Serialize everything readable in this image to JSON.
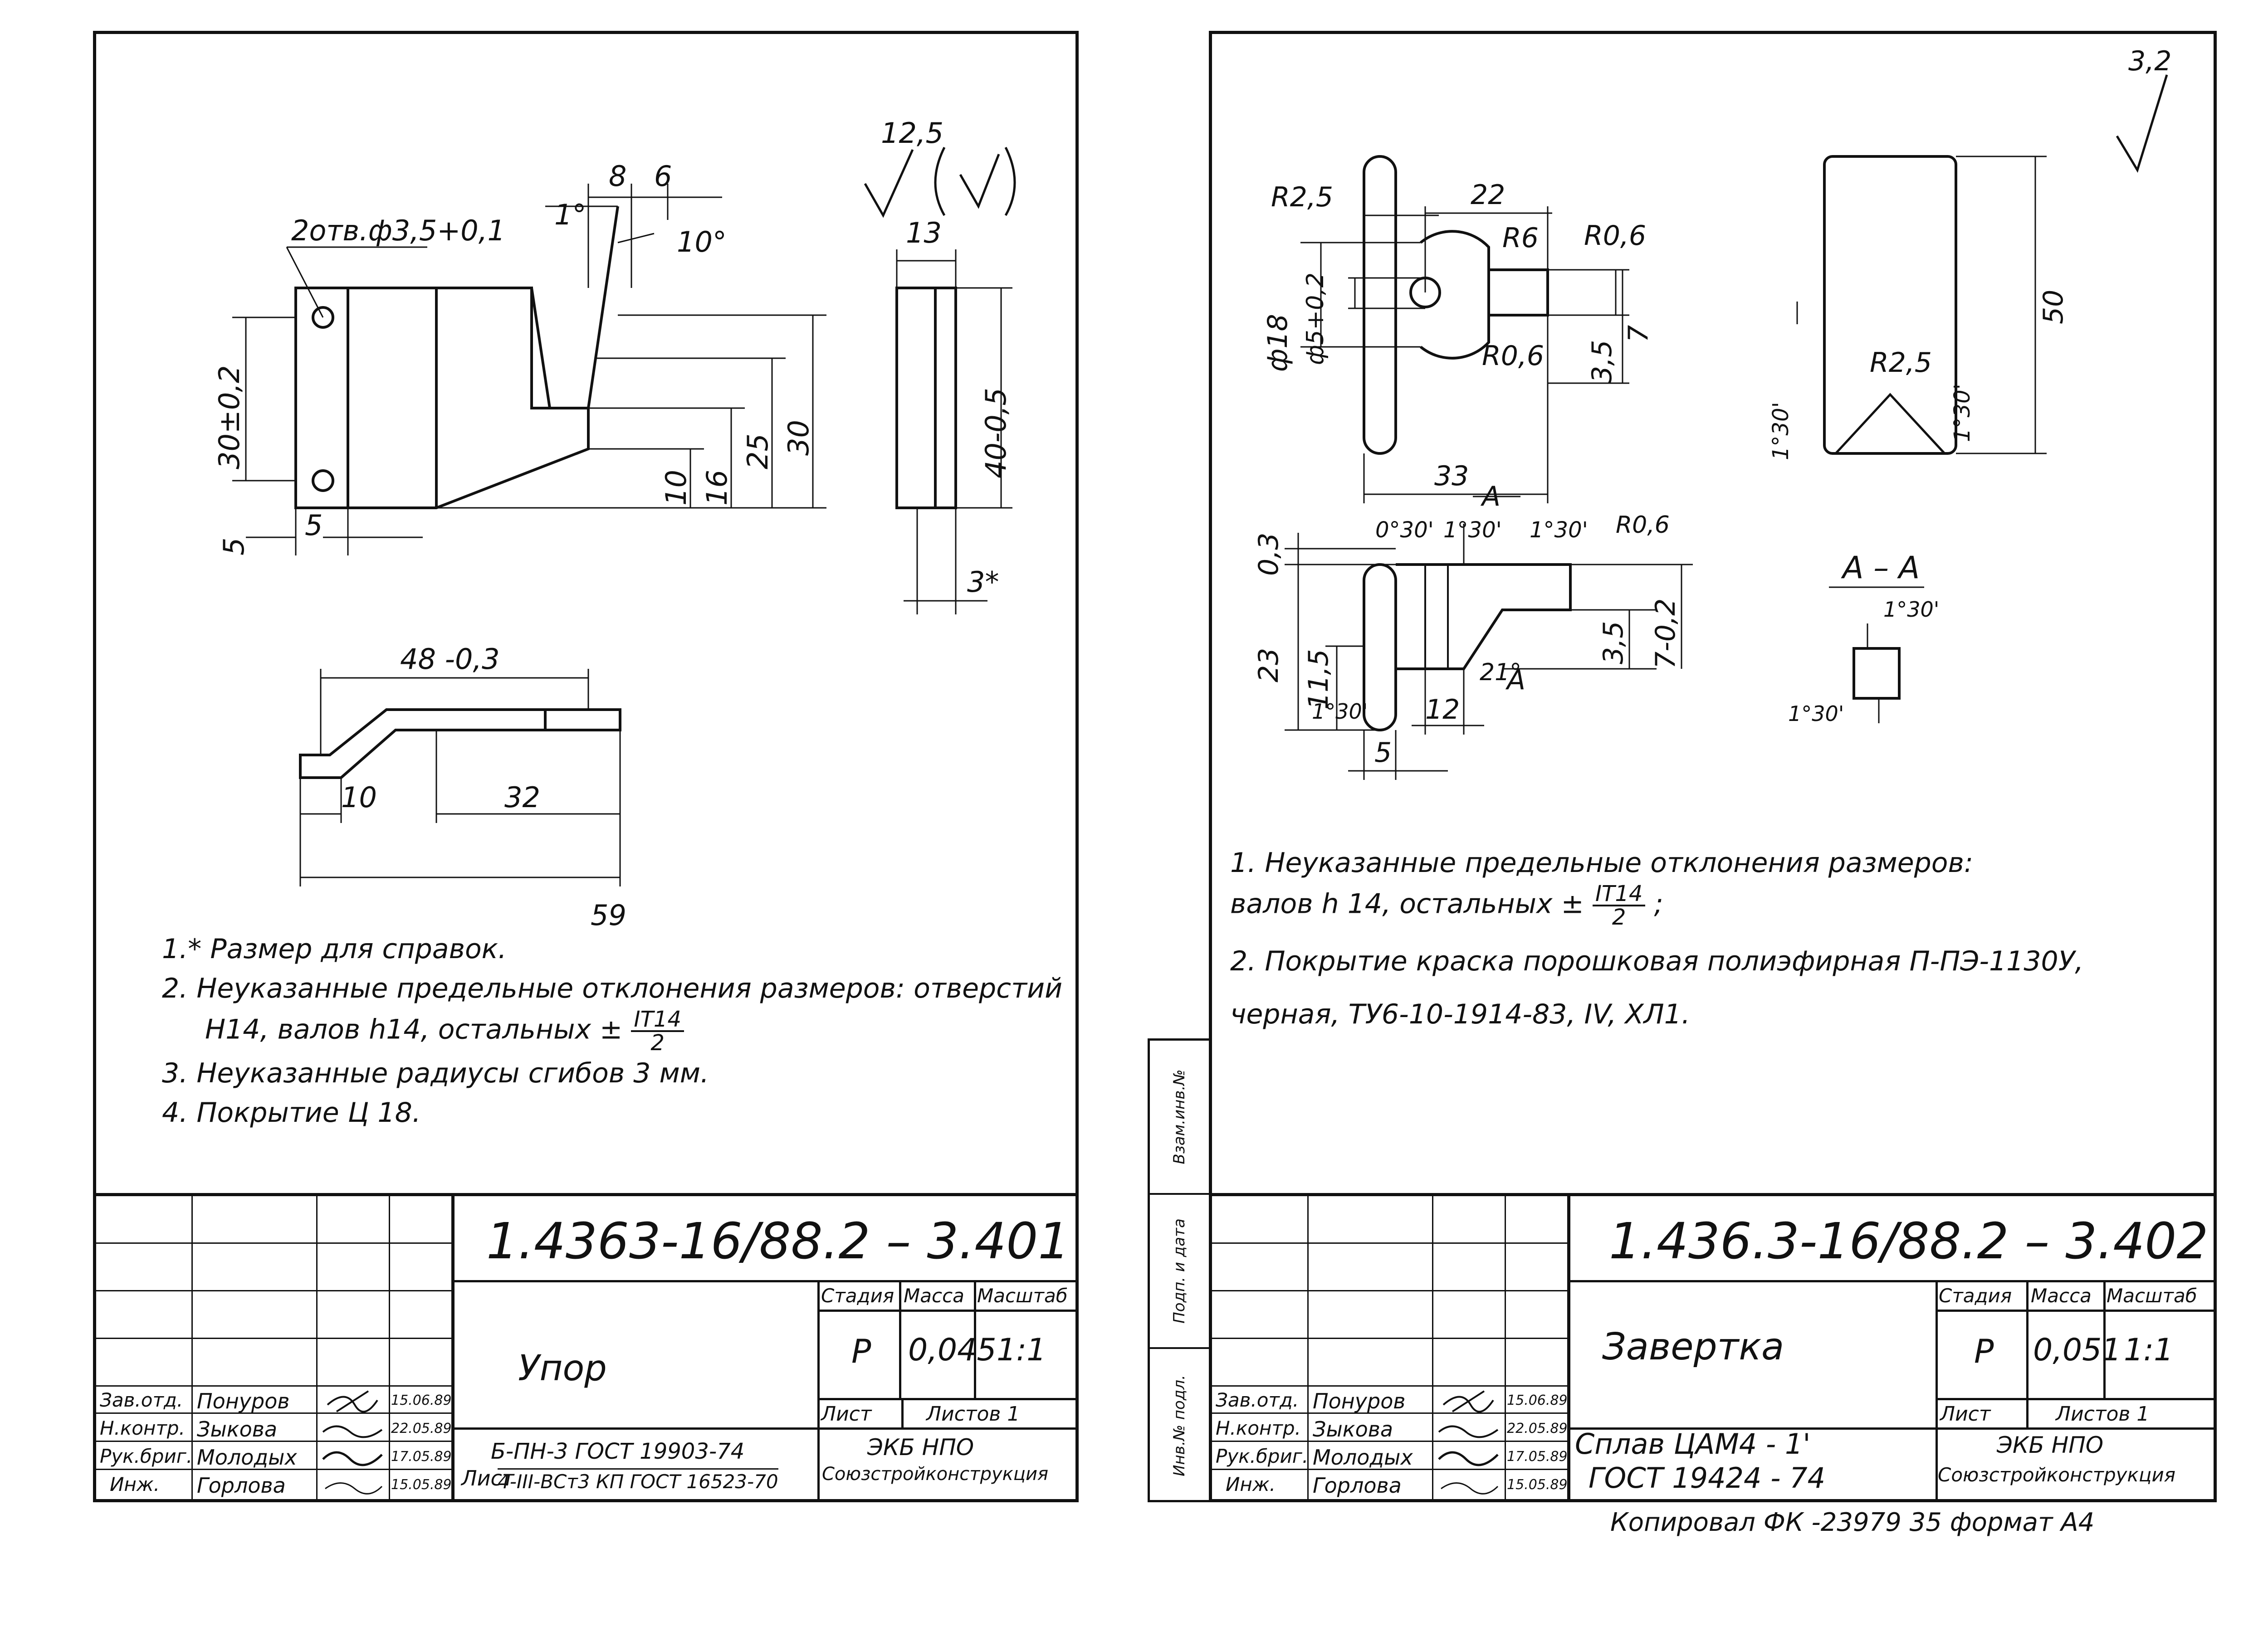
{
  "left": {
    "roughness": {
      "value": "12,5",
      "note": "(√)"
    },
    "dims": {
      "holes": "2отв.ф3,5+0,1",
      "angle1": "1°",
      "w8": "8",
      "w6": "6",
      "angle10": "10°",
      "t13": "13",
      "h30tol": "30±0,2",
      "h40": "40-0,5",
      "d5a": "5",
      "d5b": "5",
      "d10": "10",
      "d16": "16",
      "d25": "25",
      "d30": "30",
      "d3ref": "3*",
      "len48": "48 -0,3",
      "len10": "10",
      "len32": "32",
      "len59": "59"
    },
    "notes": {
      "n1": "1.* Размер  для  справок.",
      "n2a": "2.  Неуказанные  предельные отклонения размеров: отверстий",
      "n2b_pre": "Н14, валов h14, остальных ±",
      "n2b_num": "IT14",
      "n2b_den": "2",
      "n3": "3.  Неуказанные  радиусы  сгибов 3 мм.",
      "n4": "4.  Покрытие  Ц 18."
    },
    "stamp": {
      "code": "1.4363-16/88.2 – 3.401",
      "name": "Упор",
      "stage_h": "Стадия",
      "mass_h": "Масса",
      "scale_h": "Масштаб",
      "stage": "Р",
      "mass": "0,045",
      "scale": "1:1",
      "sheet": "Лист",
      "sheets": "Листов 1",
      "material_1": "Б-ПН-3 ГОСТ 19903-74",
      "material_pre": "Лист",
      "material_2": "4-III-ВСт3 КП ГОСТ 16523-70",
      "org_1": "ЭКБ   НПО",
      "org_2": "Союзстройконструкция",
      "roles": [
        "Зав.отд.",
        "Н.контр.",
        "Рук.бриг.",
        "Инж."
      ],
      "people": [
        "Понуров",
        "Зыкова",
        "Молодых",
        "Горлова"
      ],
      "dates": [
        "15.06.89",
        "22.05.89",
        "17.05.89",
        "15.05.89"
      ]
    }
  },
  "right": {
    "roughness": {
      "value": "3,2"
    },
    "dims": {
      "r25": "R2,5",
      "w22": "22",
      "r6": "R6",
      "r06a": "R0,6",
      "d18": "ф18",
      "d5": "ф5+0,2",
      "r06b": "R0,6",
      "h35": "3,5",
      "h7": "7",
      "w33": "33",
      "h50": "50",
      "r25b": "R2,5",
      "ang130a": "1°30'",
      "ang130b": "1°30'",
      "secA": "А",
      "ang030": "0°30'",
      "ang130c": "1°30'",
      "ang130d": "1°30'",
      "r06c": "R0,6",
      "h03": "0,3",
      "h23": "23",
      "h115": "11,5",
      "ang130e": "1°30'",
      "ang21": "21°",
      "secA2": "А",
      "w12": "12",
      "w5": "5",
      "h35b": "3,5",
      "h7b": "7-0,2",
      "section": "А – А",
      "ang130f": "1°30'",
      "ang130g": "1°30'"
    },
    "notes": {
      "n1": "1.  Неуказанные   предельные   отклонения   размеров:",
      "n1b_pre": "валов  h 14,  остальных ±",
      "n1b_num": "IT14",
      "n1b_den": "2",
      "n1b_post": ";",
      "n2": "2. Покрытие   краска порошковая полиэфирная П-ПЭ-1130У,",
      "n2b": "черная, ТУ6-10-1914-83,  IV,  ХЛ1."
    },
    "stamp": {
      "code": "1.436.3-16/88.2 – 3.402",
      "name": "Завертка",
      "stage_h": "Стадия",
      "mass_h": "Масса",
      "scale_h": "Масштаб",
      "stage": "Р",
      "mass": "0,051",
      "scale": "1:1",
      "sheet": "Лист",
      "sheets": "Листов 1",
      "material_1": "Сплав  ЦАМ4 - 1'",
      "material_2": "ГОСТ  19424 - 74",
      "org_1": "ЭКБ   НПО",
      "org_2": "Союзстройконструкция",
      "roles": [
        "Зав.отд.",
        "Н.контр.",
        "Рук.бриг.",
        "Инж."
      ],
      "people": [
        "Понуров",
        "Зыкова",
        "Молодых",
        "Горлова"
      ],
      "dates": [
        "15.06.89",
        "22.05.89",
        "17.05.89",
        "15.05.89"
      ]
    },
    "strip": [
      "Взам.инв.№",
      "Подп. и дата",
      "Инв.№ подл."
    ]
  },
  "footer": "Копировал  ФК -23979   35 формат  А4"
}
